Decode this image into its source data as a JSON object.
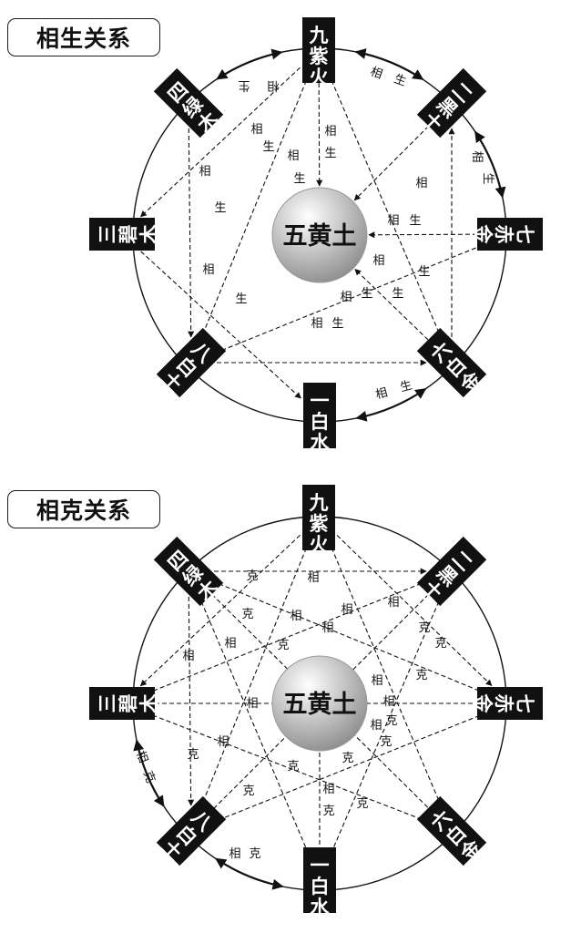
{
  "colors": {
    "ink": "#111111",
    "block": "#111111",
    "block_text": "#ffffff",
    "sphere_light": "#ffffff",
    "sphere_dark": "#8c8c8c"
  },
  "center": "五黄土",
  "stars": {
    "jiuzi": "九紫火",
    "yihei": "二黑土",
    "qichi": "七赤金",
    "liubai": "六白金",
    "yibai": "一白水",
    "babai": "八白土",
    "sanbi": "三碧木",
    "silv": "四绿木"
  },
  "sheng_panel": {
    "title": "相生关系",
    "edge_label": "相生",
    "label_char_1": "相",
    "label_char_2": "生",
    "pair_label_silv_jiuzi": "相生",
    "pair_label_jiuzi_yihei": "相生",
    "pair_label_yihei_qichi": "相生",
    "pair_label_liubai_yibai": "相生"
  },
  "ke_panel": {
    "title": "相克关系",
    "edge_label": "相克",
    "label_char_1": "相",
    "label_char_2": "克",
    "pair_label_sanbi_babai": "相克",
    "pair_label_babai_yibai": "相克"
  }
}
